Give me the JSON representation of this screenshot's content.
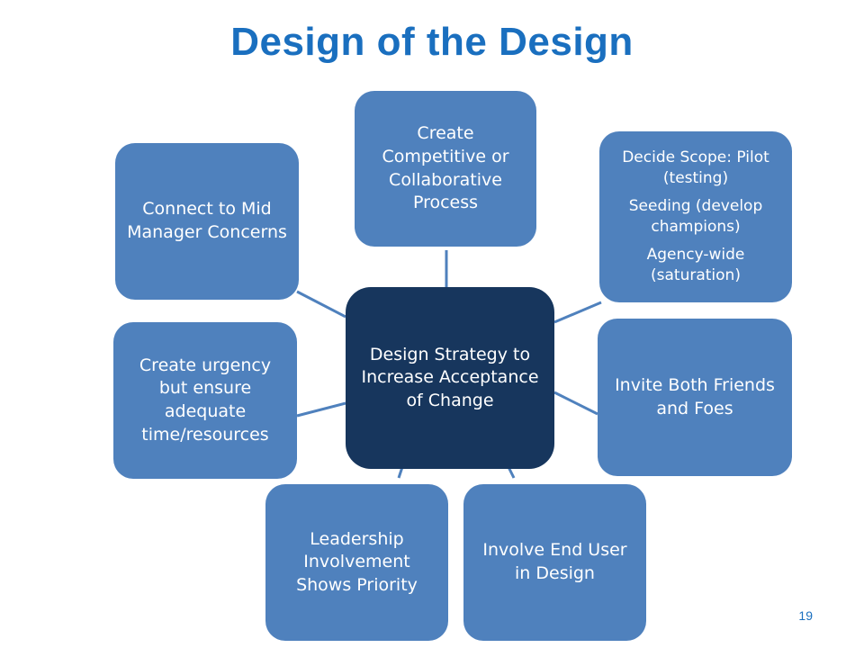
{
  "title": "Design of the Design",
  "center": {
    "label": "Design Strategy to Increase Acceptance of Change"
  },
  "nodes": {
    "competitive": {
      "label": "Create Competitive or Collaborative Process"
    },
    "scope": {
      "lines": [
        "Decide Scope: Pilot (testing)",
        "Seeding (develop champions)",
        "Agency-wide (saturation)"
      ]
    },
    "invite": {
      "label": "Invite Both Friends and Foes"
    },
    "end_user": {
      "label": "Involve End User in Design"
    },
    "leadership": {
      "label": "Leadership Involvement Shows Priority"
    },
    "urgency": {
      "label": "Create urgency but ensure adequate time/resources"
    },
    "mid_manager": {
      "label": "Connect to  Mid Manager Concerns"
    }
  },
  "page_number": "19",
  "colors": {
    "title": "#1a6fbf",
    "outer_node": "#4f81bd",
    "center_node": "#17365d",
    "connector": "#4f81bd"
  }
}
